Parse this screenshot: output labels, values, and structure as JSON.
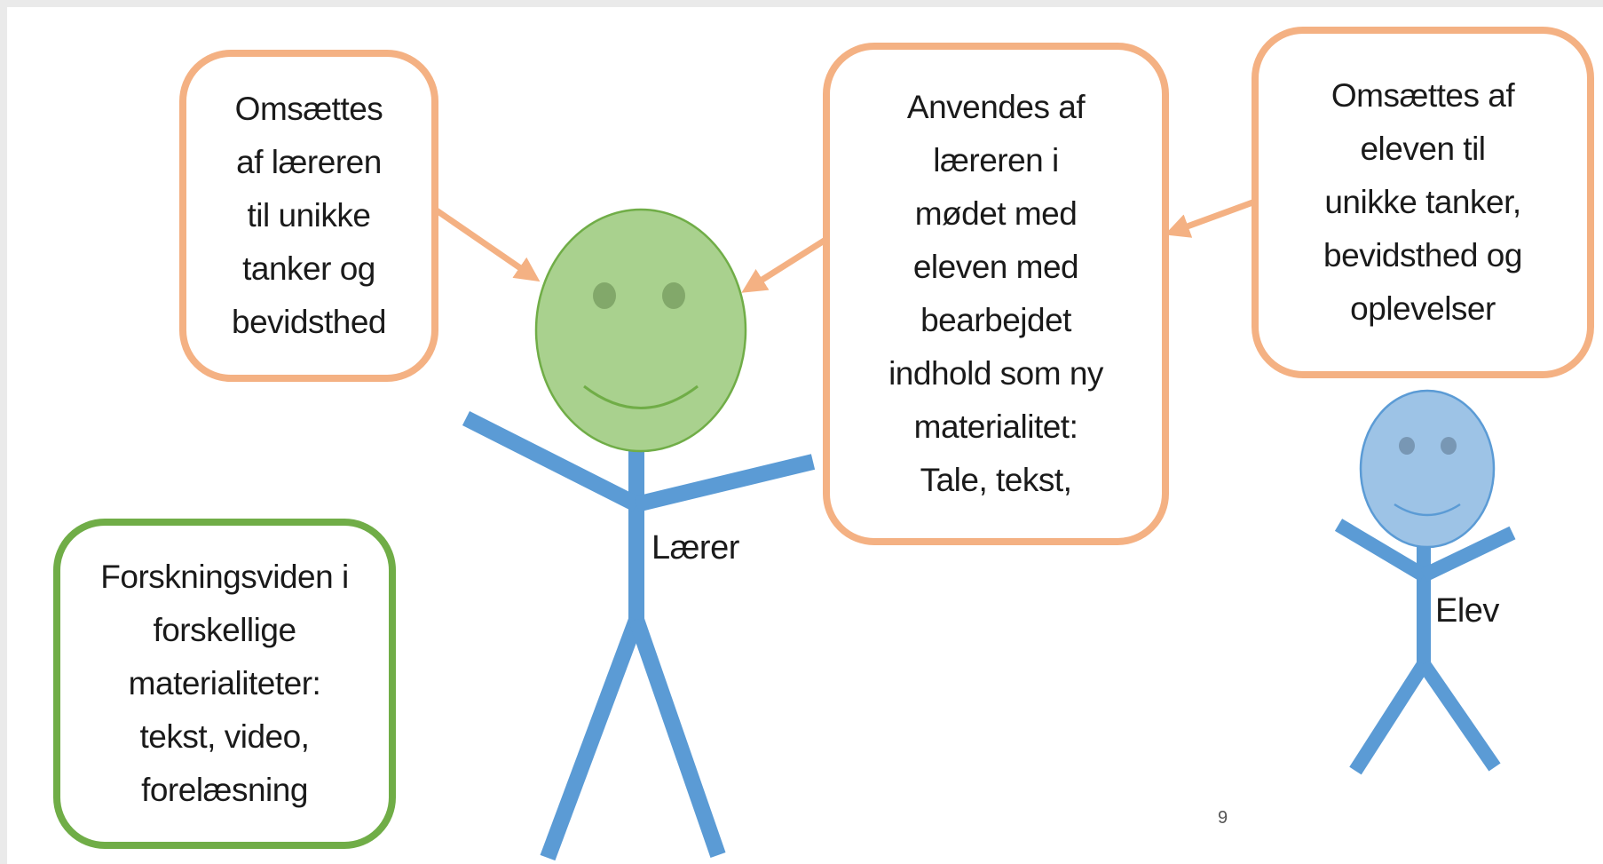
{
  "diagram": {
    "boxes": {
      "teacher_thoughts": "Omsættes\naf læreren\ntil unikke\ntanker og\nbevidsthed",
      "teacher_applies": "Anvendes af\nlæreren i\nmødet med\neleven med\nbearbejdet\nindhold som ny\nmaterialitet:\nTale, tekst,",
      "student_thoughts": "Omsættes af\neleven til\nunikke tanker,\nbevidsthed og\noplevelser",
      "research_knowledge": "Forskningsviden i\nforskellige\nmaterialiteter:\ntekst, video,\nforelæsning"
    },
    "figures": {
      "teacher_label": "Lærer",
      "student_label": "Elev"
    },
    "page_number": "9",
    "colors": {
      "orange_border": "#f4b183",
      "green_border": "#70ad47",
      "teacher_face": "#a9d18e",
      "student_face": "#9dc3e6",
      "body": "#5b9bd5",
      "arrow": "#f4b183"
    }
  }
}
